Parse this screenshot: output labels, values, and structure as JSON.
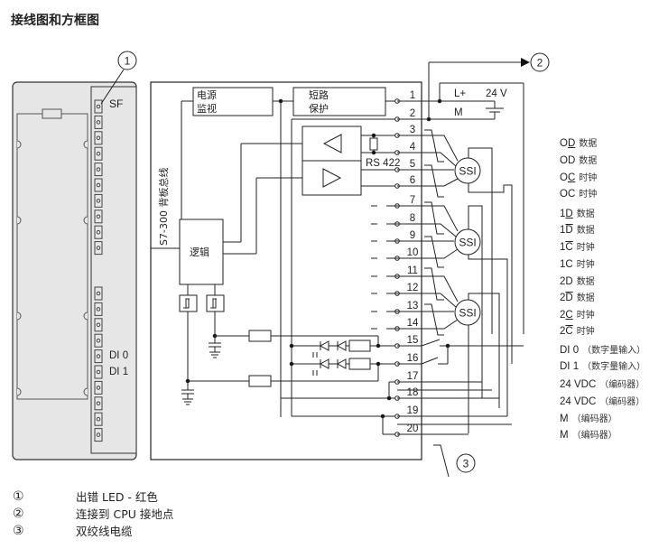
{
  "title": "接线图和方框图",
  "module_front": {
    "led_labels": {
      "sf": "SF",
      "di0": "DI 0",
      "di1": "DI 1"
    }
  },
  "block_diagram": {
    "power_monitor_line1": "电源",
    "power_monitor_line2": "监视",
    "short_circuit_line1": "短路",
    "short_circuit_line2": "保护",
    "logic": "逻辑",
    "backplane_bus": "S7-300 背板总线",
    "rs422": "RS 422",
    "ssi": "SSI",
    "supply_lplus": "L+",
    "supply_m": "M",
    "supply_voltage": "24 V",
    "terminals": [
      "1",
      "2",
      "3",
      "4",
      "5",
      "6",
      "7",
      "8",
      "9",
      "10",
      "11",
      "12",
      "13",
      "14",
      "15",
      "16",
      "17",
      "18",
      "19",
      "20"
    ]
  },
  "callouts": [
    "1",
    "2",
    "3"
  ],
  "legend": [
    {
      "sig_pre": "O",
      "sig_mark": "D",
      "mark": "underline",
      "desc": "数据"
    },
    {
      "sig_pre": "OD",
      "sig_mark": "",
      "mark": "",
      "desc": "数据"
    },
    {
      "sig_pre": "O",
      "sig_mark": "C",
      "mark": "underline",
      "desc": "时钟"
    },
    {
      "sig_pre": "OC",
      "sig_mark": "",
      "mark": "",
      "desc": "时钟"
    },
    {
      "sig_pre": "1",
      "sig_mark": "D",
      "mark": "underline",
      "desc": "数据"
    },
    {
      "sig_pre": "1",
      "sig_mark": "D",
      "mark": "overline",
      "desc": "数据"
    },
    {
      "sig_pre": "1",
      "sig_mark": "C",
      "mark": "overline",
      "desc": "时钟"
    },
    {
      "sig_pre": "1C",
      "sig_mark": "",
      "mark": "",
      "desc": "时钟"
    },
    {
      "sig_pre": "2D",
      "sig_mark": "",
      "mark": "",
      "desc": "数据"
    },
    {
      "sig_pre": "2",
      "sig_mark": "D",
      "mark": "overline",
      "desc": "数据"
    },
    {
      "sig_pre": "2",
      "sig_mark": "C",
      "mark": "underline",
      "desc": "时钟"
    },
    {
      "sig_pre": "2",
      "sig_mark": "C",
      "mark": "overline",
      "desc": "时钟"
    },
    {
      "sig_pre": "DI  0",
      "sig_mark": "",
      "mark": "",
      "desc": "（数字量输入）"
    },
    {
      "sig_pre": "DI  1",
      "sig_mark": "",
      "mark": "",
      "desc": "（数字量输入）"
    },
    {
      "sig_pre": "24 VDC",
      "sig_mark": "",
      "mark": "",
      "desc": "（编码器）"
    },
    {
      "sig_pre": "24 VDC",
      "sig_mark": "",
      "mark": "",
      "desc": "（编码器）"
    },
    {
      "sig_pre": "M",
      "sig_mark": "",
      "mark": "",
      "desc": "（编码器）"
    },
    {
      "sig_pre": "M",
      "sig_mark": "",
      "mark": "",
      "desc": "（编码器）"
    }
  ],
  "notes": [
    {
      "num": "①",
      "text": "出错 LED - 红色"
    },
    {
      "num": "②",
      "text": "连接到 CPU 接地点"
    },
    {
      "num": "③",
      "text": "双绞线电缆"
    }
  ],
  "colors": {
    "line": "#222222",
    "panel": "#e6e6e6",
    "panel_border": "#333333",
    "watermark": "#d8d8d8"
  }
}
